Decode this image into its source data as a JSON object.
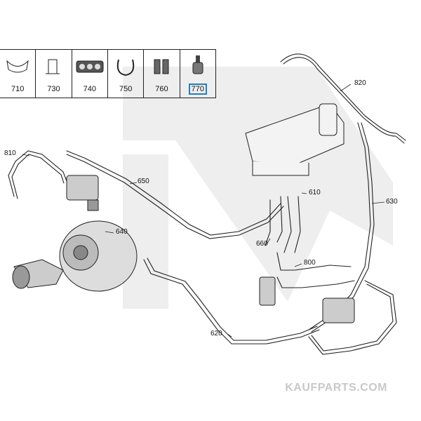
{
  "legend": {
    "items": [
      {
        "num": "710",
        "icon": "clamp-clip-icon"
      },
      {
        "num": "730",
        "icon": "bracket-clip-icon"
      },
      {
        "num": "740",
        "icon": "triple-hose-holder-icon"
      },
      {
        "num": "750",
        "icon": "c-clip-icon"
      },
      {
        "num": "760",
        "icon": "double-clip-icon"
      },
      {
        "num": "770",
        "icon": "check-valve-icon",
        "selected": true
      }
    ]
  },
  "callouts": {
    "c820": "820",
    "c810": "810",
    "c650": "650",
    "c610": "610",
    "c630": "630",
    "c640": "640",
    "c660": "660",
    "c800": "800",
    "c620": "620"
  },
  "watermark": "KAUFPARTS.COM",
  "colors": {
    "line": "#222222",
    "highlight": "#1f7fc4",
    "watermark": "#c8c8c8",
    "bgLogo": "#eeeeee"
  }
}
